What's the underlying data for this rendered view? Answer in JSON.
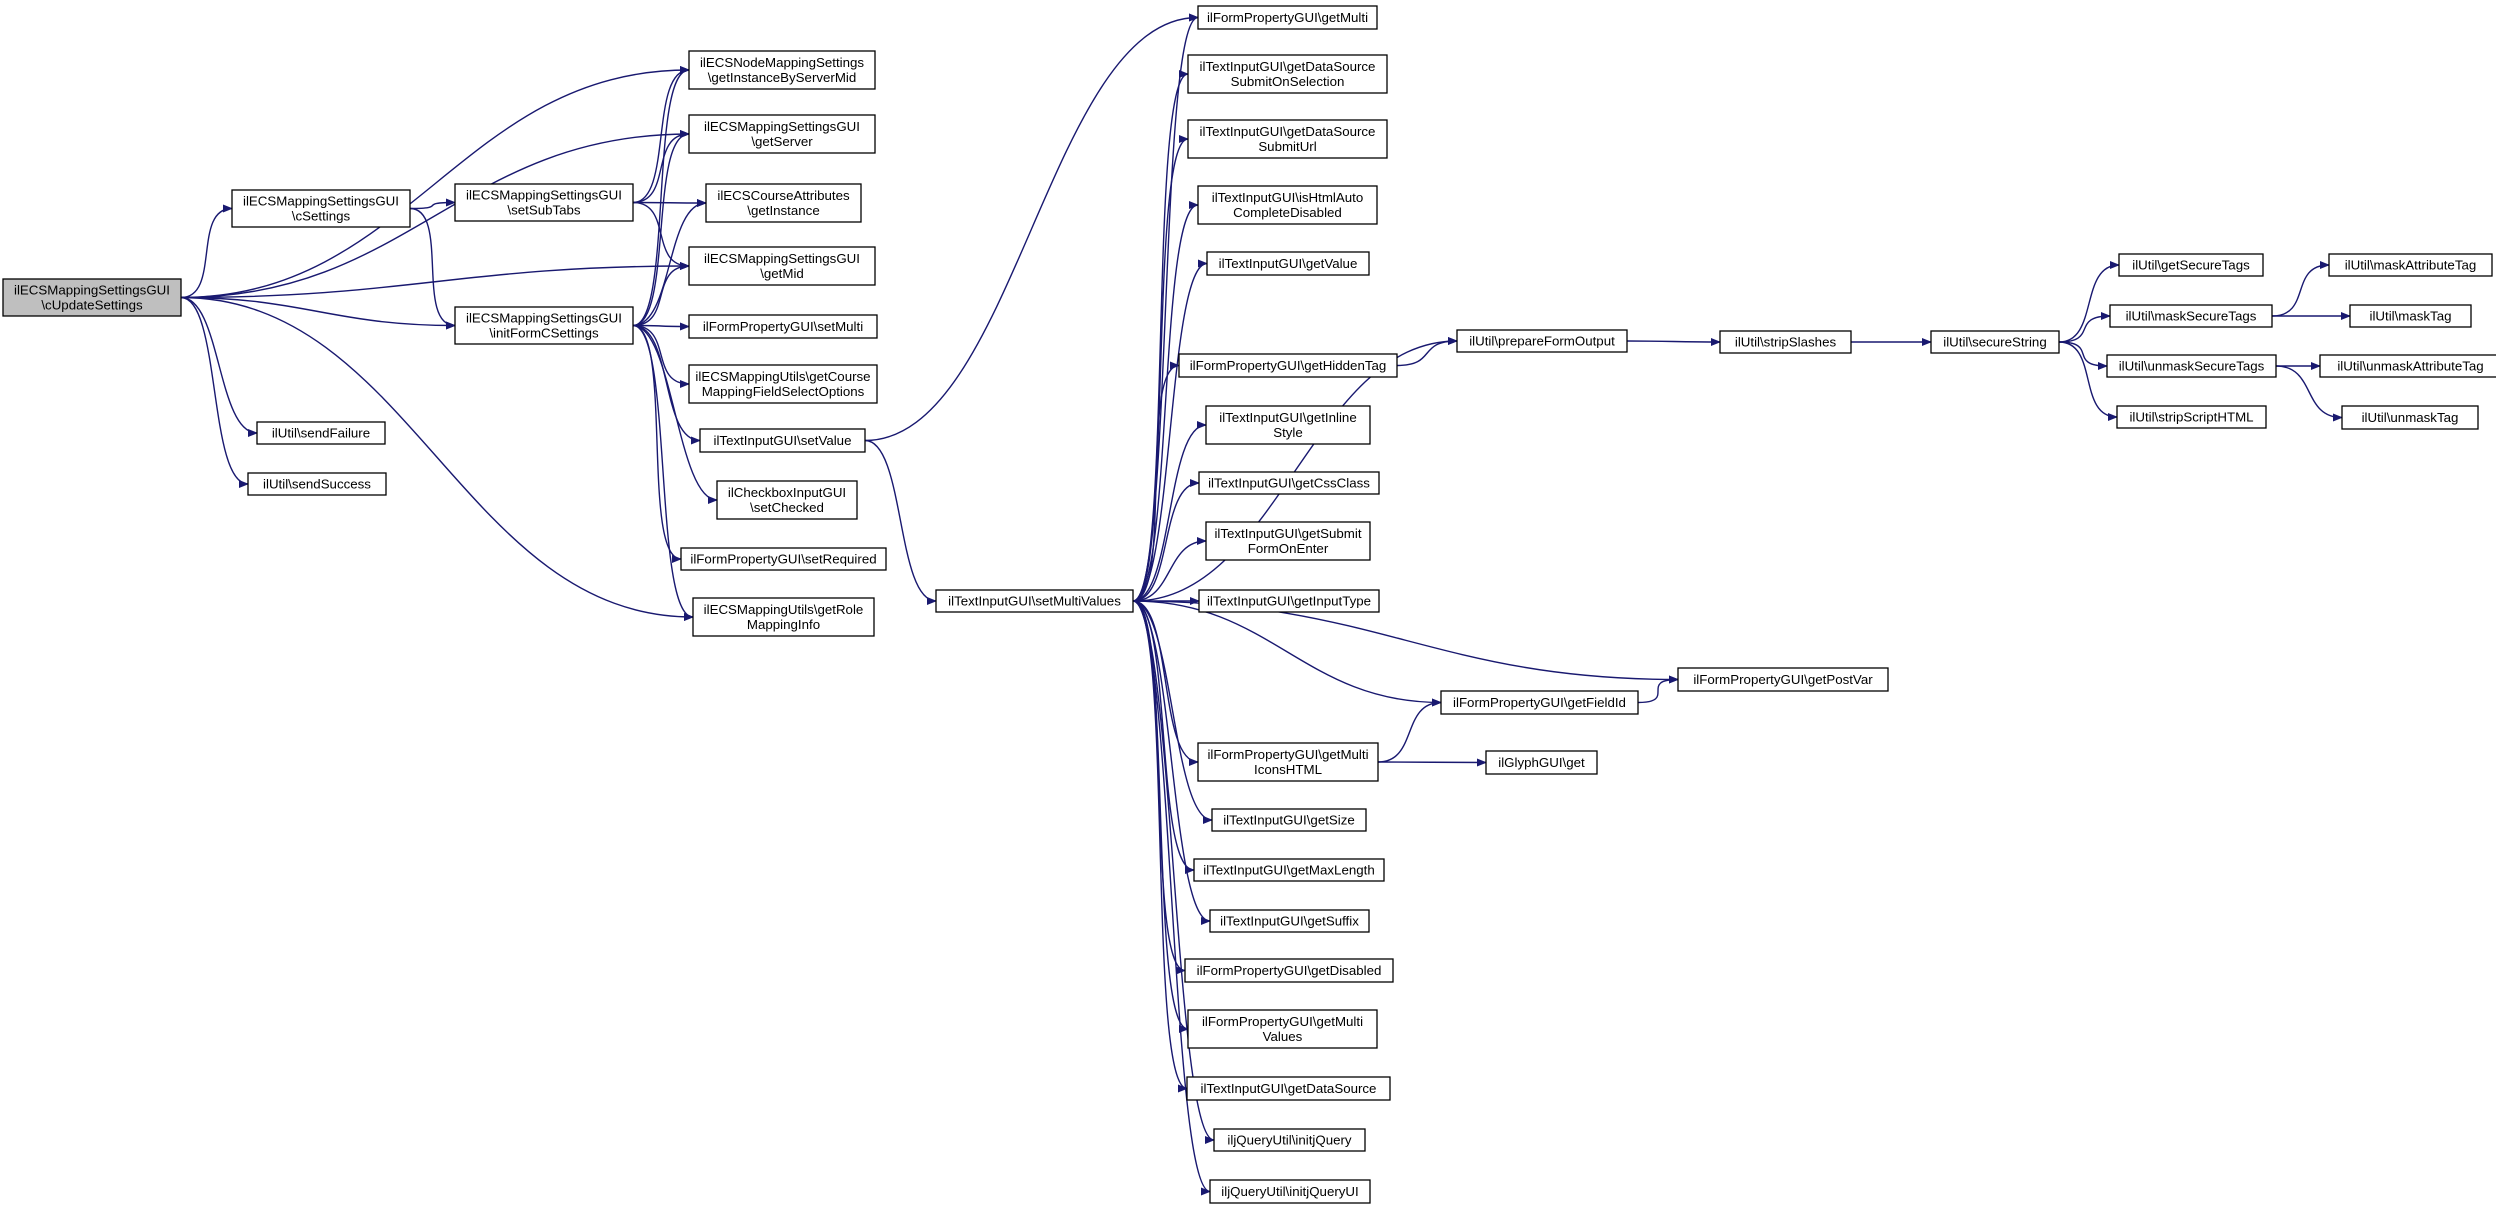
{
  "colors": {
    "edge": "#191970",
    "root_fill": "#bfbfbf",
    "node_fill": "#ffffff",
    "border": "#000000"
  },
  "nodes": [
    {
      "id": "root",
      "lines": [
        "ilECSMappingSettingsGUI",
        "\\cUpdateSettings"
      ],
      "highlight": true
    },
    {
      "id": "cSettings",
      "lines": [
        "ilECSMappingSettingsGUI",
        "\\cSettings"
      ]
    },
    {
      "id": "initForm",
      "lines": [
        "ilECSMappingSettingsGUI",
        "\\initFormCSettings"
      ]
    },
    {
      "id": "sendFailure",
      "lines": [
        "ilUtil\\sendFailure"
      ]
    },
    {
      "id": "sendSuccess",
      "lines": [
        "ilUtil\\sendSuccess"
      ]
    },
    {
      "id": "setSubTabs",
      "lines": [
        "ilECSMappingSettingsGUI",
        "\\setSubTabs"
      ]
    },
    {
      "id": "getInstanceByServerMid",
      "lines": [
        "ilECSNodeMappingSettings",
        "\\getInstanceByServerMid"
      ]
    },
    {
      "id": "getServer",
      "lines": [
        "ilECSMappingSettingsGUI",
        "\\getServer"
      ]
    },
    {
      "id": "getInstance",
      "lines": [
        "ilECSCourseAttributes",
        "\\getInstance"
      ]
    },
    {
      "id": "getMid",
      "lines": [
        "ilECSMappingSettingsGUI",
        "\\getMid"
      ]
    },
    {
      "id": "setMulti",
      "lines": [
        "ilFormPropertyGUI\\setMulti"
      ]
    },
    {
      "id": "getCourseMapping",
      "lines": [
        "ilECSMappingUtils\\getCourse",
        "MappingFieldSelectOptions"
      ]
    },
    {
      "id": "setValue",
      "lines": [
        "ilTextInputGUI\\setValue"
      ]
    },
    {
      "id": "setChecked",
      "lines": [
        "ilCheckboxInputGUI",
        "\\setChecked"
      ]
    },
    {
      "id": "setRequired",
      "lines": [
        "ilFormPropertyGUI\\setRequired"
      ]
    },
    {
      "id": "getRoleMapping",
      "lines": [
        "ilECSMappingUtils\\getRole",
        "MappingInfo"
      ]
    },
    {
      "id": "setMultiValues",
      "lines": [
        "ilTextInputGUI\\setMultiValues"
      ]
    },
    {
      "id": "getMulti",
      "lines": [
        "ilFormPropertyGUI\\getMulti"
      ]
    },
    {
      "id": "getDataSourceSubmitOnSelection",
      "lines": [
        "ilTextInputGUI\\getDataSource",
        "SubmitOnSelection"
      ]
    },
    {
      "id": "getDataSourceSubmitUrl",
      "lines": [
        "ilTextInputGUI\\getDataSource",
        "SubmitUrl"
      ]
    },
    {
      "id": "isHtmlAutoCompleteDisabled",
      "lines": [
        "ilTextInputGUI\\isHtmlAuto",
        "CompleteDisabled"
      ]
    },
    {
      "id": "getValue",
      "lines": [
        "ilTextInputGUI\\getValue"
      ]
    },
    {
      "id": "getHiddenTag",
      "lines": [
        "ilFormPropertyGUI\\getHiddenTag"
      ]
    },
    {
      "id": "getInlineStyle",
      "lines": [
        "ilTextInputGUI\\getInline",
        "Style"
      ]
    },
    {
      "id": "getCssClass",
      "lines": [
        "ilTextInputGUI\\getCssClass"
      ]
    },
    {
      "id": "getSubmitFormOnEnter",
      "lines": [
        "ilTextInputGUI\\getSubmit",
        "FormOnEnter"
      ]
    },
    {
      "id": "getInputType",
      "lines": [
        "ilTextInputGUI\\getInputType"
      ]
    },
    {
      "id": "getFieldId",
      "lines": [
        "ilFormPropertyGUI\\getFieldId"
      ]
    },
    {
      "id": "getMultiIconsHTML",
      "lines": [
        "ilFormPropertyGUI\\getMulti",
        "IconsHTML"
      ]
    },
    {
      "id": "getSize",
      "lines": [
        "ilTextInputGUI\\getSize"
      ]
    },
    {
      "id": "getMaxLength",
      "lines": [
        "ilTextInputGUI\\getMaxLength"
      ]
    },
    {
      "id": "getSuffix",
      "lines": [
        "ilTextInputGUI\\getSuffix"
      ]
    },
    {
      "id": "getDisabled",
      "lines": [
        "ilFormPropertyGUI\\getDisabled"
      ]
    },
    {
      "id": "getMultiValues",
      "lines": [
        "ilFormPropertyGUI\\getMulti",
        "Values"
      ]
    },
    {
      "id": "getDataSource",
      "lines": [
        "ilTextInputGUI\\getDataSource"
      ]
    },
    {
      "id": "initjQuery",
      "lines": [
        "iljQueryUtil\\initjQuery"
      ]
    },
    {
      "id": "initjQueryUI",
      "lines": [
        "iljQueryUtil\\initjQueryUI"
      ]
    },
    {
      "id": "prepareFormOutput",
      "lines": [
        "ilUtil\\prepareFormOutput"
      ]
    },
    {
      "id": "getPostVar",
      "lines": [
        "ilFormPropertyGUI\\getPostVar"
      ]
    },
    {
      "id": "glyphGet",
      "lines": [
        "ilGlyphGUI\\get"
      ]
    },
    {
      "id": "stripSlashes",
      "lines": [
        "ilUtil\\stripSlashes"
      ]
    },
    {
      "id": "secureString",
      "lines": [
        "ilUtil\\secureString"
      ]
    },
    {
      "id": "getSecureTags",
      "lines": [
        "ilUtil\\getSecureTags"
      ]
    },
    {
      "id": "maskSecureTags",
      "lines": [
        "ilUtil\\maskSecureTags"
      ]
    },
    {
      "id": "unmaskSecureTags",
      "lines": [
        "ilUtil\\unmaskSecureTags"
      ]
    },
    {
      "id": "stripScriptHTML",
      "lines": [
        "ilUtil\\stripScriptHTML"
      ]
    },
    {
      "id": "maskAttributeTag",
      "lines": [
        "ilUtil\\maskAttributeTag"
      ]
    },
    {
      "id": "maskTag",
      "lines": [
        "ilUtil\\maskTag"
      ]
    },
    {
      "id": "unmaskAttributeTag",
      "lines": [
        "ilUtil\\unmaskAttributeTag"
      ]
    },
    {
      "id": "unmaskTag",
      "lines": [
        "ilUtil\\unmaskTag"
      ]
    }
  ],
  "edges": [
    [
      "root",
      "getInstanceByServerMid"
    ],
    [
      "root",
      "getServer"
    ],
    [
      "root",
      "cSettings"
    ],
    [
      "root",
      "getMid"
    ],
    [
      "root",
      "initForm"
    ],
    [
      "root",
      "getRoleMapping"
    ],
    [
      "root",
      "sendFailure"
    ],
    [
      "root",
      "sendSuccess"
    ],
    [
      "cSettings",
      "setSubTabs"
    ],
    [
      "cSettings",
      "initForm"
    ],
    [
      "setSubTabs",
      "getInstanceByServerMid"
    ],
    [
      "setSubTabs",
      "getServer"
    ],
    [
      "setSubTabs",
      "getInstance"
    ],
    [
      "setSubTabs",
      "getMid"
    ],
    [
      "initForm",
      "getInstanceByServerMid"
    ],
    [
      "initForm",
      "getServer"
    ],
    [
      "initForm",
      "getInstance"
    ],
    [
      "initForm",
      "getMid"
    ],
    [
      "initForm",
      "setMulti"
    ],
    [
      "initForm",
      "getCourseMapping"
    ],
    [
      "initForm",
      "setValue"
    ],
    [
      "initForm",
      "setChecked"
    ],
    [
      "initForm",
      "setRequired"
    ],
    [
      "initForm",
      "getRoleMapping"
    ],
    [
      "setValue",
      "getMulti"
    ],
    [
      "setValue",
      "setMultiValues"
    ],
    [
      "setMultiValues",
      "getMulti"
    ],
    [
      "setMultiValues",
      "getDataSourceSubmitOnSelection"
    ],
    [
      "setMultiValues",
      "getDataSourceSubmitUrl"
    ],
    [
      "setMultiValues",
      "isHtmlAutoCompleteDisabled"
    ],
    [
      "setMultiValues",
      "getValue"
    ],
    [
      "setMultiValues",
      "prepareFormOutput"
    ],
    [
      "setMultiValues",
      "getHiddenTag"
    ],
    [
      "setMultiValues",
      "getInlineStyle"
    ],
    [
      "setMultiValues",
      "getCssClass"
    ],
    [
      "setMultiValues",
      "getSubmitFormOnEnter"
    ],
    [
      "setMultiValues",
      "getInputType"
    ],
    [
      "setMultiValues",
      "getPostVar"
    ],
    [
      "setMultiValues",
      "getFieldId"
    ],
    [
      "setMultiValues",
      "getMultiIconsHTML"
    ],
    [
      "setMultiValues",
      "getSize"
    ],
    [
      "setMultiValues",
      "getMaxLength"
    ],
    [
      "setMultiValues",
      "getSuffix"
    ],
    [
      "setMultiValues",
      "getDisabled"
    ],
    [
      "setMultiValues",
      "getMultiValues"
    ],
    [
      "setMultiValues",
      "getDataSource"
    ],
    [
      "setMultiValues",
      "initjQuery"
    ],
    [
      "setMultiValues",
      "initjQueryUI"
    ],
    [
      "getHiddenTag",
      "prepareFormOutput"
    ],
    [
      "getMultiIconsHTML",
      "getFieldId"
    ],
    [
      "getMultiIconsHTML",
      "glyphGet"
    ],
    [
      "getFieldId",
      "getPostVar"
    ],
    [
      "prepareFormOutput",
      "stripSlashes"
    ],
    [
      "stripSlashes",
      "secureString"
    ],
    [
      "secureString",
      "getSecureTags"
    ],
    [
      "secureString",
      "maskSecureTags"
    ],
    [
      "secureString",
      "unmaskSecureTags"
    ],
    [
      "secureString",
      "stripScriptHTML"
    ],
    [
      "maskSecureTags",
      "maskAttributeTag"
    ],
    [
      "maskSecureTags",
      "maskTag"
    ],
    [
      "unmaskSecureTags",
      "unmaskAttributeTag"
    ],
    [
      "unmaskSecureTags",
      "unmaskTag"
    ]
  ]
}
